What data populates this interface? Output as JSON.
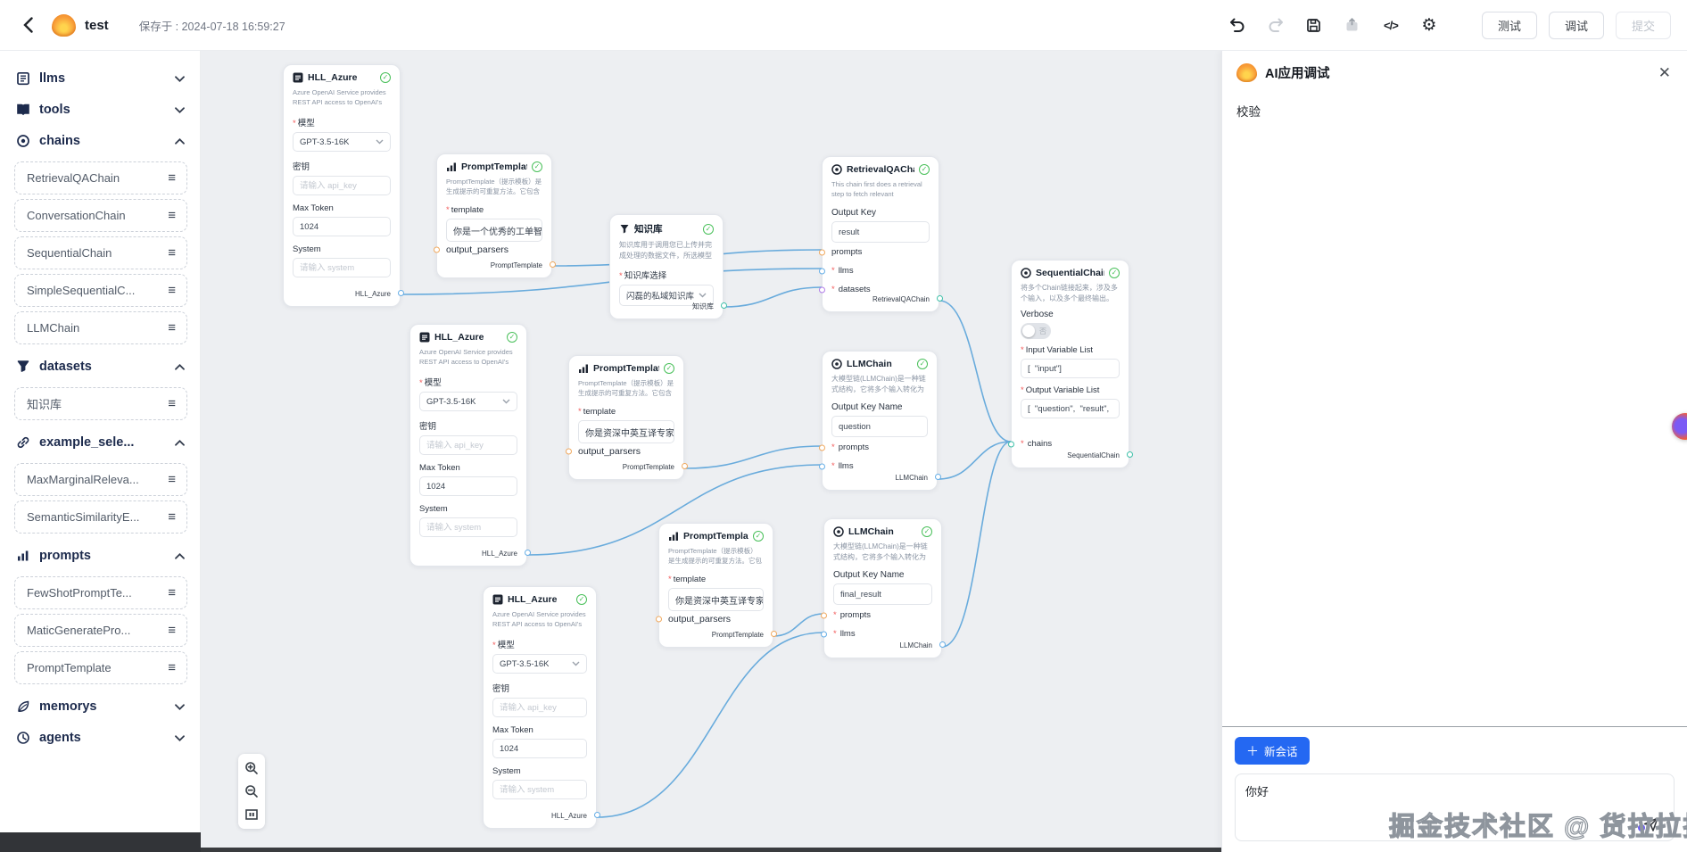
{
  "topbar": {
    "title": "test",
    "saved_text": "保存于 : 2024-07-18 16:59:27",
    "code_icon_text": "</>",
    "gear_icon_text": "⚙",
    "buttons": {
      "test": "测试",
      "debug": "调试",
      "submit": "提交"
    }
  },
  "sidebar": {
    "sections": [
      {
        "label": "llms",
        "icon": "document-icon",
        "expanded": false,
        "items": []
      },
      {
        "label": "tools",
        "icon": "book-icon",
        "expanded": false,
        "items": []
      },
      {
        "label": "chains",
        "icon": "target-icon",
        "expanded": true,
        "items": [
          "RetrievalQAChain",
          "ConversationChain",
          "SequentialChain",
          "SimpleSequentialC...",
          "LLMChain"
        ]
      },
      {
        "label": "datasets",
        "icon": "funnel-icon",
        "expanded": true,
        "items": [
          "知识库"
        ]
      },
      {
        "label": "example_sele...",
        "icon": "link-icon",
        "expanded": true,
        "items": [
          "MaxMarginalReleva...",
          "SemanticSimilarityE..."
        ]
      },
      {
        "label": "prompts",
        "icon": "bar-chart-icon",
        "expanded": true,
        "items": [
          "FewShotPromptTe...",
          "MaticGeneratePro...",
          "PromptTemplate"
        ]
      },
      {
        "label": "memorys",
        "icon": "leaf-icon",
        "expanded": false,
        "items": []
      },
      {
        "label": "agents",
        "icon": "clock-icon",
        "expanded": false,
        "items": []
      }
    ],
    "drag_glyph": "≡"
  },
  "canvas": {
    "controls": [
      "zoom-in",
      "zoom-out",
      "fit-view"
    ]
  },
  "nodes": {
    "hll": {
      "title": "HLL_Azure",
      "desc": "Azure OpenAI Service provides REST API access to OpenAI's powerful...",
      "model_label": "模型",
      "model_value": "GPT-3.5-16K",
      "key_label": "密钥",
      "key_placeholder": "请输入 api_key",
      "max_token_label": "Max Token",
      "max_token_value": "1024",
      "system_label": "System",
      "system_placeholder": "请输入 system",
      "output_label": "HLL_Azure"
    },
    "pt": {
      "title": "PromptTemplate",
      "desc": "PromptTemplate（提示模板）是生成提示的可重复方法。它包含一个文本字符串（\"...",
      "template_label": "template",
      "template_value_1": "你是一个优秀的工单智能客服",
      "template_value_2": "你是资深中英互译专家、请将",
      "output_parsers_label": "output_parsers",
      "output_label": "PromptTemplate"
    },
    "kb": {
      "title": "知识库",
      "desc": "知识库用于调用您已上传并完成处理的数据文件，所选模型检索的来源",
      "select_label": "知识库选择",
      "select_value": "闪磊的私域知识库",
      "output_label": "知识库"
    },
    "rqa": {
      "title": "RetrievalQAChain",
      "desc": "This chain first does a retrieval step to fetch relevant documents, then...",
      "output_key_label": "Output Key",
      "output_key_value": "result",
      "prompts_label": "prompts",
      "llms_label": "llms",
      "datasets_label": "datasets",
      "output_label": "RetrievalQAChain"
    },
    "seq": {
      "title": "SequentialChain",
      "desc": "将多个Chain链接起来，涉及多个输入，以及多个最终输出。",
      "verbose_label": "Verbose",
      "toggle_off_text": "否",
      "input_var_label": "Input Variable List",
      "input_var_value": "[  \"input\"]",
      "output_var_label": "Output Variable List",
      "output_var_value": "[  \"question\",  \"result\",  \"fin",
      "chains_label": "chains",
      "output_label": "SequentialChain"
    },
    "llm": {
      "title": "LLMChain",
      "desc": "大模型链(LLMChain)是一种链式结构，它将多个输入转化为模型提示，并可进一步格...",
      "output_key_label": "Output Key Name",
      "output_key_value_1": "question",
      "output_key_value_2": "final_result",
      "prompts_label": "prompts",
      "llms_label": "llms",
      "output_label": "LLMChain"
    }
  },
  "debug_panel": {
    "title": "AI应用调试",
    "validate_label": "校验",
    "new_session_label": "新会话",
    "chat_input_value": "你好",
    "watermark": "掘金技术社区 @ 货拉拉技术"
  },
  "colors": {
    "accent_blue": "#2468f2",
    "edge_blue": "#62a8db",
    "check_green": "#49c05a",
    "required_red": "#f25a5a"
  }
}
